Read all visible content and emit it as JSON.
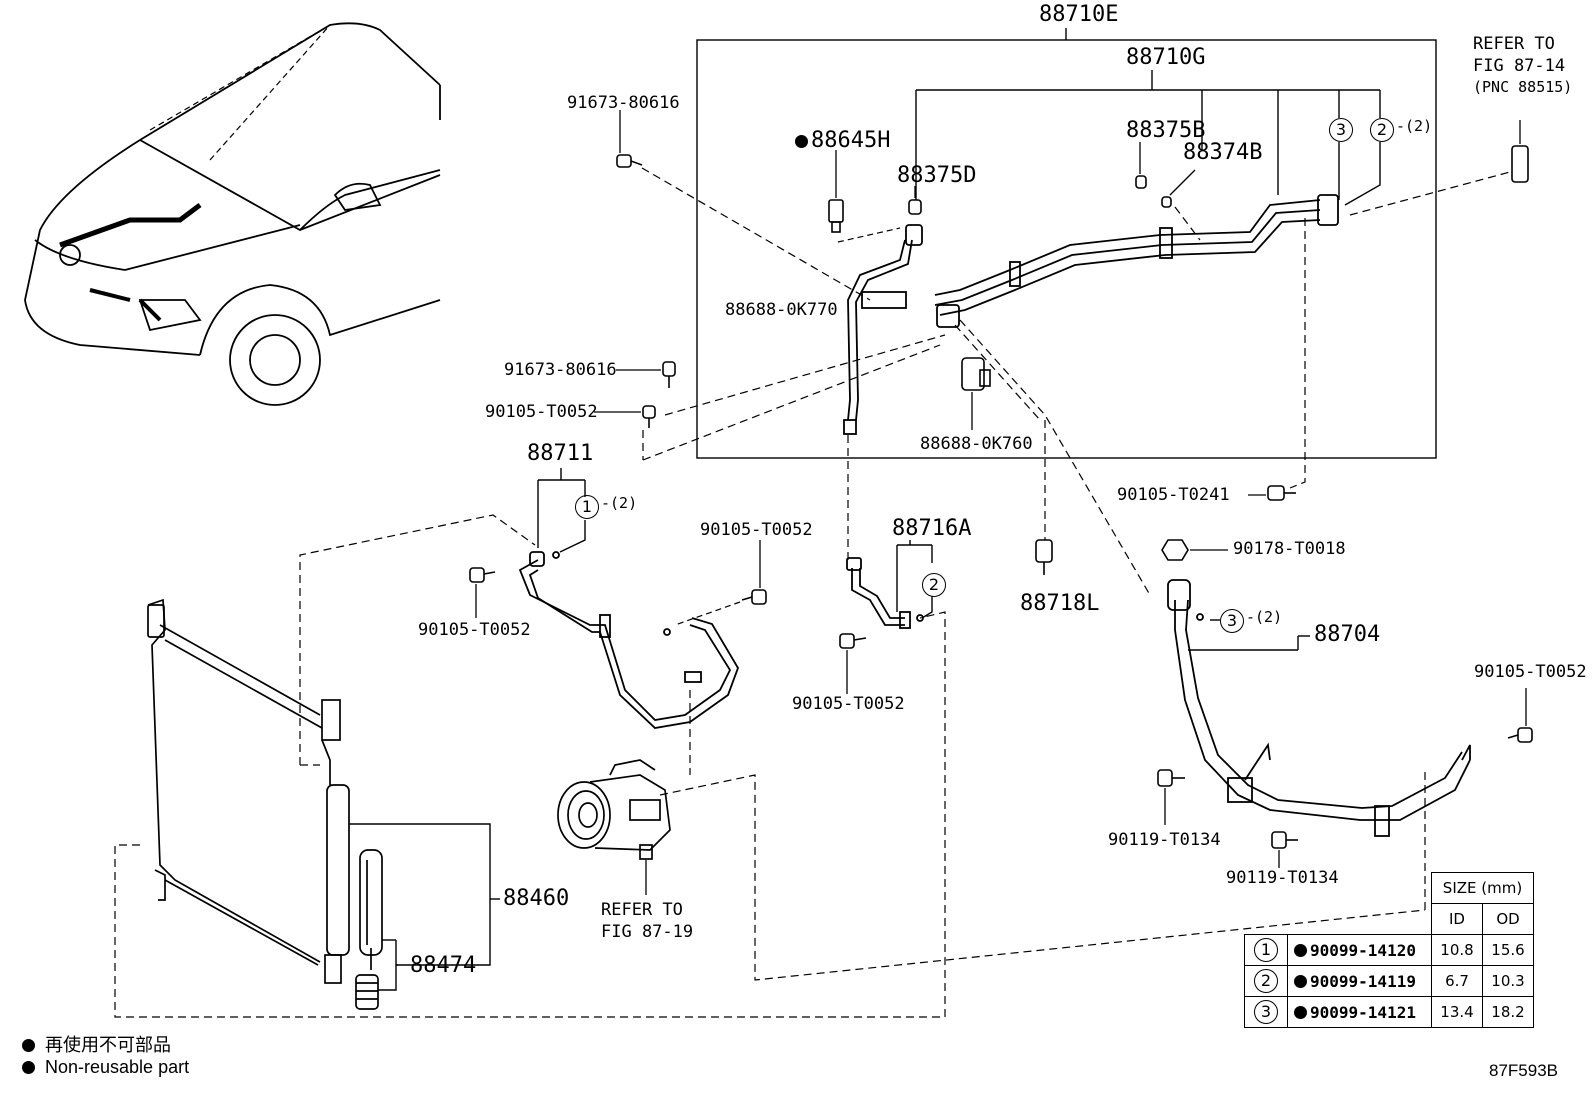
{
  "labels": {
    "assy_88710E": "88710E",
    "tube_88710G": "88710G",
    "cap_88375B": "88375B",
    "cap_88374B": "88374B",
    "sw_88645H": "88645H",
    "cap_88375D": "88375D",
    "clamp_88688_0K770": "88688-0K770",
    "clamp_88688_0K760": "88688-0K760",
    "bolt_91673_top": "91673-80616",
    "bolt_91673_mid": "91673-80616",
    "bolt_90105_left_top": "90105-T0052",
    "hose_88711": "88711",
    "bolt_90105_hose_left": "90105-T0052",
    "bolt_90105_hose_right": "90105-T0052",
    "pipe_88716A": "88716A",
    "bolt_90105_88716": "90105-T0052",
    "valve_88718L": "88718L",
    "bolt_90105_T0241": "90105-T0241",
    "nut_90178": "90178-T0018",
    "hose_88704": "88704",
    "bolt_90105_right": "90105-T0052",
    "bolt_90119_a": "90119-T0134",
    "bolt_90119_b": "90119-T0134",
    "cond_88460": "88460",
    "dryer_88474": "88474",
    "refer_87_19_a": "REFER TO",
    "refer_87_19_b": "FIG 87-19",
    "refer_87_14_a": "REFER TO",
    "refer_87_14_b": "FIG 87-14",
    "refer_87_14_c": "(PNC 88515)",
    "qty_1_88711": "-(2)",
    "qty_2_top": "-(2)",
    "qty_3_88704": "-(2)",
    "circ_1": "1",
    "circ_2": "2",
    "circ_3": "3",
    "fig_code": "87F593B"
  },
  "size_table": {
    "header": "SIZE (mm)",
    "col_id": "ID",
    "col_od": "OD",
    "rows": [
      {
        "sym": "1",
        "part": "90099-14120",
        "id": "10.8",
        "od": "15.6"
      },
      {
        "sym": "2",
        "part": "90099-14119",
        "id": "6.7",
        "od": "10.3"
      },
      {
        "sym": "3",
        "part": "90099-14121",
        "id": "13.4",
        "od": "18.2"
      }
    ]
  },
  "legend": {
    "jp": "再使用不可部品",
    "en": "Non-reusable part"
  }
}
